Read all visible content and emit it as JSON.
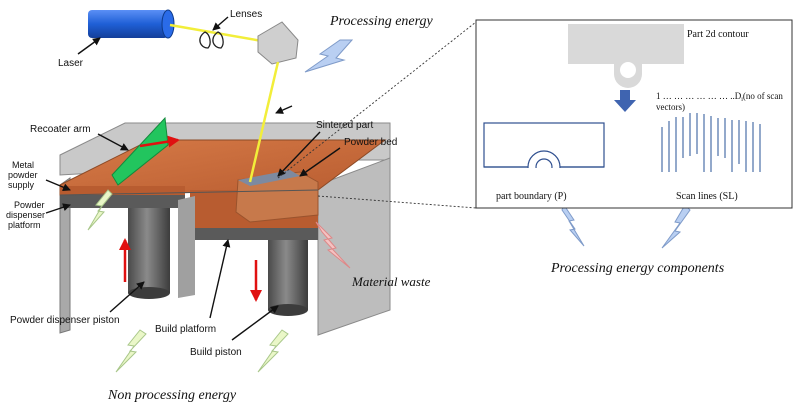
{
  "labels": {
    "laser": "Laser",
    "lenses": "Lenses",
    "processing_energy": "Processing energy",
    "recoater_arm": "Recoater arm",
    "sintered_part": "Sintered part",
    "powder_bed": "Powder bed",
    "metal_powder_supply": [
      "Metal",
      "powder",
      "supply"
    ],
    "powder_dispenser_platform": [
      "Powder",
      "dispenser",
      "platform"
    ],
    "material_waste": "Material waste",
    "powder_dispenser_piston": "Powder dispenser piston",
    "build_platform": "Build platform",
    "build_piston": "Build piston",
    "non_processing_energy": "Non processing energy",
    "part_2d_contour": "Part 2d contour",
    "scan_index_prefix": "1 … … … … … … ..D",
    "scan_index_sub": "i",
    "scan_index_suffix": "(no of scan",
    "scan_index_line2": "vectors)",
    "part_boundary": "part boundary  (P)",
    "scan_lines": "Scan lines (SL)",
    "processing_energy_components": "Processing energy components"
  },
  "colors": {
    "laser_body": "#1f5fd6",
    "beam": "#f2ee3a",
    "powder": "#c8683a",
    "powder_dark": "#a9532c",
    "recoater": "#22c55e",
    "machine_grey": "#b9b9b9",
    "machine_dark": "#4d4d4d",
    "lightning_blue": "#b9cff2",
    "lightning_pink": "#f5c2c2",
    "lightning_green": "#eaf7c8",
    "scan_line": "#4b6fa8",
    "panel_shape": "#d9d9d9",
    "arrow_red": "#e01010",
    "down_arrow_blue": "#3f64b0"
  }
}
